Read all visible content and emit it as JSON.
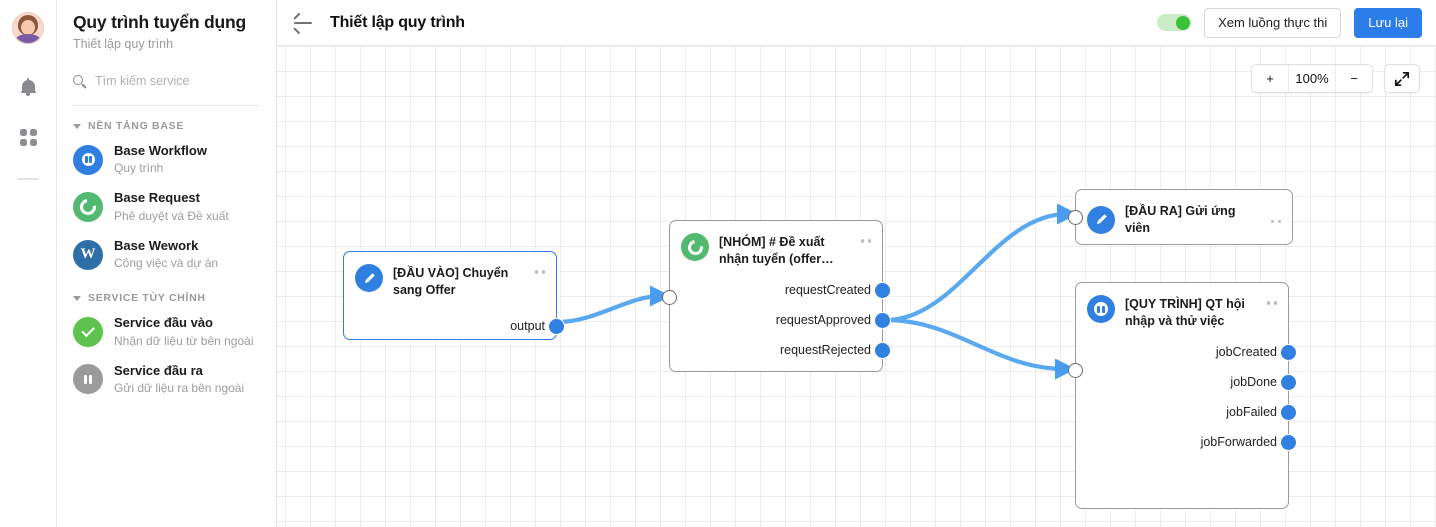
{
  "rail": {
    "avatar_name": "user-avatar",
    "icons": [
      "bell-icon",
      "apps-grid-icon"
    ]
  },
  "sidebar": {
    "title": "Quy trình tuyển dụng",
    "subtitle": "Thiết lập quy trình",
    "search": {
      "placeholder": "Tìm kiếm service",
      "value": ""
    },
    "groups": [
      {
        "label": "NỀN TẢNG BASE",
        "items": [
          {
            "name": "Base Workflow",
            "desc": "Quy trình",
            "icon": "workflow-icon",
            "color": "#2e7fe0"
          },
          {
            "name": "Base Request",
            "desc": "Phê duyệt và Đề xuất",
            "icon": "request-icon",
            "color": "#53b971"
          },
          {
            "name": "Base Wework",
            "desc": "Công việc và dự án",
            "icon": "wework-icon",
            "color": "#2f6fa8",
            "letter": "W"
          }
        ]
      },
      {
        "label": "SERVICE TÙY CHỈNH",
        "items": [
          {
            "name": "Service đầu vào",
            "desc": "Nhận dữ liệu từ bên ngoài",
            "icon": "check-circle-icon",
            "color": "#5fc44f"
          },
          {
            "name": "Service đầu ra",
            "desc": "Gửi dữ liệu ra bên ngoài",
            "icon": "pause-circle-icon",
            "color": "#9b9b9b"
          }
        ]
      }
    ]
  },
  "topbar": {
    "back_icon": "arrow-left-icon",
    "title": "Thiết lập quy trình",
    "toggle_on": true,
    "view_button": "Xem luồng thực thi",
    "save_button": "Lưu lại",
    "accent": "#2b7de9"
  },
  "canvas": {
    "zoom": {
      "in": "+",
      "level": "100%",
      "out": "−"
    },
    "fit_icon": "fit-screen-icon",
    "nodes": [
      {
        "id": "input",
        "title": "[ĐẦU VÀO] Chuyển sang Offer",
        "icon": "pencil-circle-icon",
        "icon_color": "#2f80e0",
        "selected": true,
        "outputs": [
          "output"
        ],
        "inputs": []
      },
      {
        "id": "group",
        "title": "[NHÓM] # Đề xuất nhận tuyển (offer…",
        "icon": "request-circle-icon",
        "icon_color": "#53b971",
        "selected": false,
        "outputs": [
          "requestCreated",
          "requestApproved",
          "requestRejected"
        ],
        "inputs": [
          "in"
        ]
      },
      {
        "id": "output",
        "title": "[ĐẦU RA] Gửi ứng viên",
        "icon": "pencil-circle-icon",
        "icon_color": "#2f80e0",
        "selected": false,
        "outputs": [],
        "inputs": [
          "in"
        ]
      },
      {
        "id": "process",
        "title": "[QUY TRÌNH] QT hội nhập và thử việc",
        "icon": "workflow-circle-icon",
        "icon_color": "#2f80e0",
        "selected": false,
        "outputs": [
          "jobCreated",
          "jobDone",
          "jobFailed",
          "jobForwarded"
        ],
        "inputs": [
          "in"
        ]
      }
    ],
    "edge_color": "#5aa9f0"
  }
}
